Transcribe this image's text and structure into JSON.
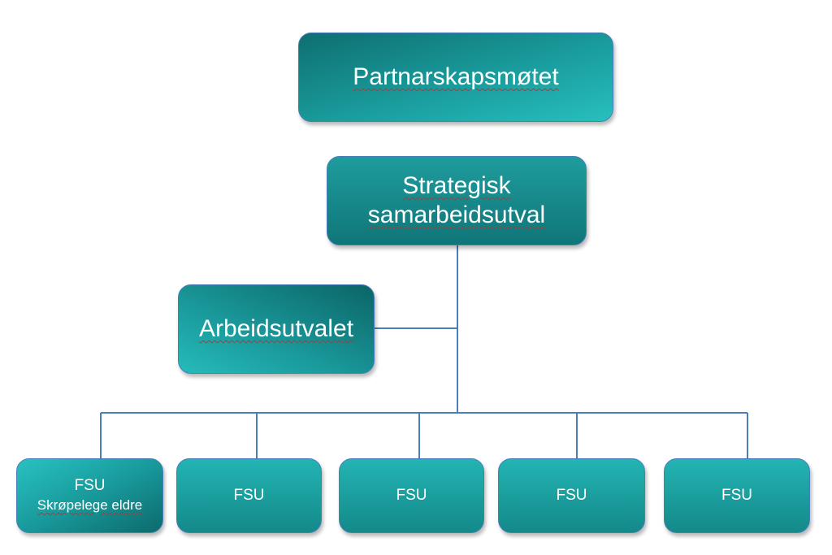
{
  "diagram": {
    "top": {
      "label": "Partnarskapsmøtet"
    },
    "strategic": {
      "line1": "Strategisk",
      "line2": "samarbeidsutval"
    },
    "working": {
      "label": "Arbeidsutvalet"
    },
    "fsu_nodes": [
      {
        "label": "FSU",
        "sublabel": "Skrøpelege eldre"
      },
      {
        "label": "FSU"
      },
      {
        "label": "FSU"
      },
      {
        "label": "FSU"
      },
      {
        "label": "FSU"
      }
    ],
    "colors": {
      "box_dark": "#0e6e70",
      "box_light": "#27bfbd",
      "border": "#4a7ebb",
      "connector": "#4a7ebb",
      "text": "#ffffff"
    }
  }
}
